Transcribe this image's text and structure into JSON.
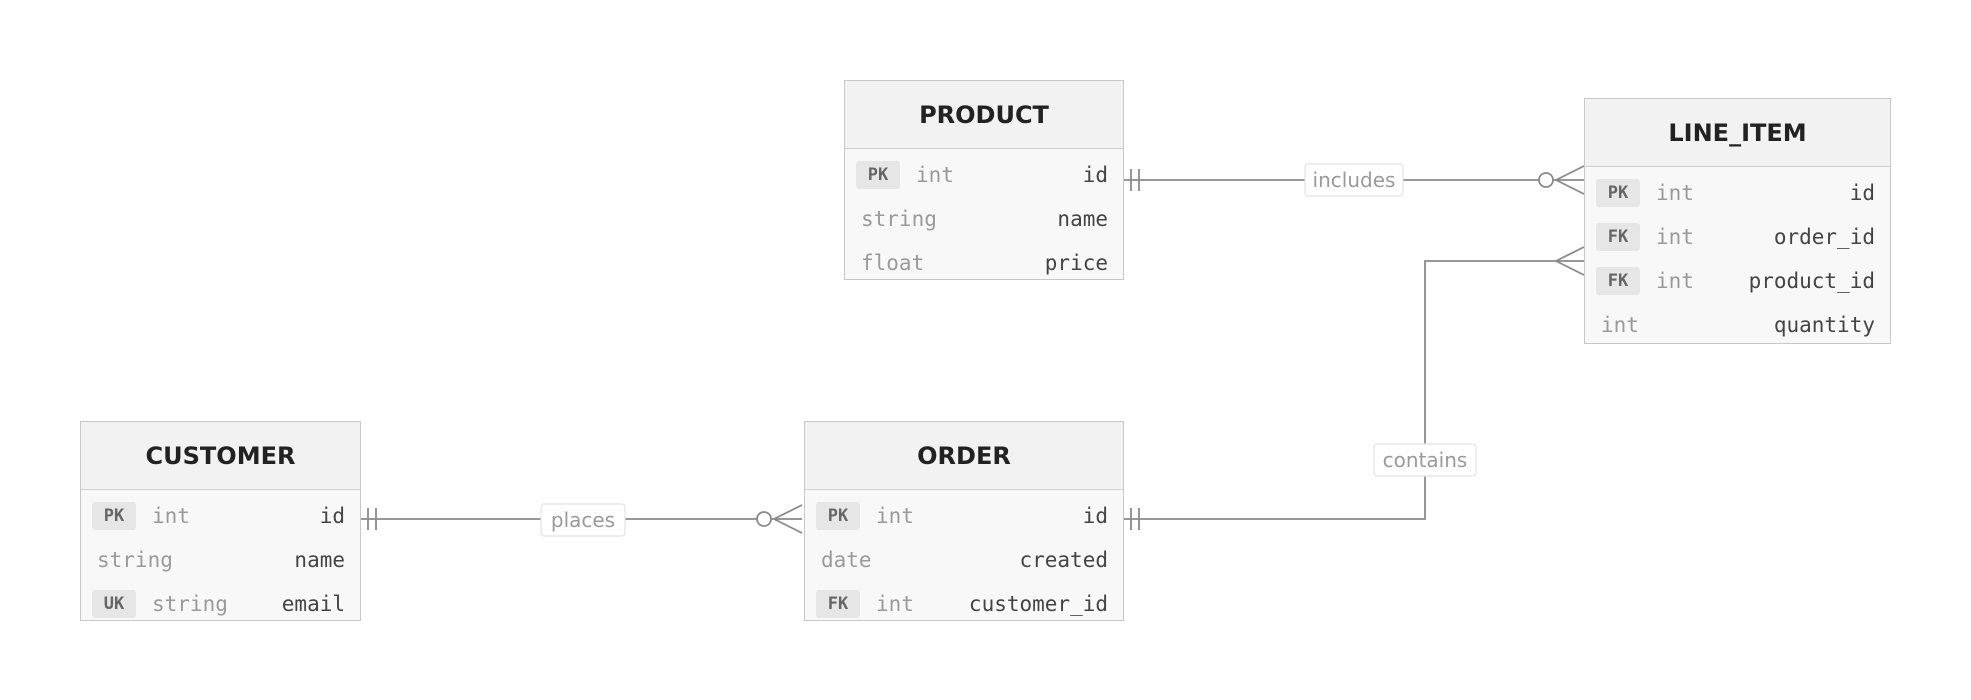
{
  "colors": {
    "line": "#8a8a8a",
    "entity_border": "#c8c8c8",
    "entity_fill": "#f8f8f8",
    "header_fill": "#f2f2f2",
    "label_text": "#9a9a9a"
  },
  "entities": {
    "product": {
      "title": "PRODUCT",
      "attributes": [
        {
          "key": "PK",
          "type": "int",
          "name": "id"
        },
        {
          "key": "",
          "type": "string",
          "name": "name"
        },
        {
          "key": "",
          "type": "float",
          "name": "price"
        }
      ]
    },
    "line_item": {
      "title": "LINE_ITEM",
      "attributes": [
        {
          "key": "PK",
          "type": "int",
          "name": "id"
        },
        {
          "key": "FK",
          "type": "int",
          "name": "order_id"
        },
        {
          "key": "FK",
          "type": "int",
          "name": "product_id"
        },
        {
          "key": "",
          "type": "int",
          "name": "quantity"
        }
      ]
    },
    "customer": {
      "title": "CUSTOMER",
      "attributes": [
        {
          "key": "PK",
          "type": "int",
          "name": "id"
        },
        {
          "key": "",
          "type": "string",
          "name": "name"
        },
        {
          "key": "UK",
          "type": "string",
          "name": "email"
        }
      ]
    },
    "order": {
      "title": "ORDER",
      "attributes": [
        {
          "key": "PK",
          "type": "int",
          "name": "id"
        },
        {
          "key": "",
          "type": "date",
          "name": "created"
        },
        {
          "key": "FK",
          "type": "int",
          "name": "customer_id"
        }
      ]
    }
  },
  "relationships": {
    "includes": {
      "label": "includes",
      "from_cardinality": "exactly-one",
      "to_cardinality": "zero-or-many"
    },
    "contains": {
      "label": "contains",
      "from_cardinality": "exactly-one",
      "to_cardinality": "one-or-many"
    },
    "places": {
      "label": "places",
      "from_cardinality": "exactly-one",
      "to_cardinality": "zero-or-many"
    }
  }
}
